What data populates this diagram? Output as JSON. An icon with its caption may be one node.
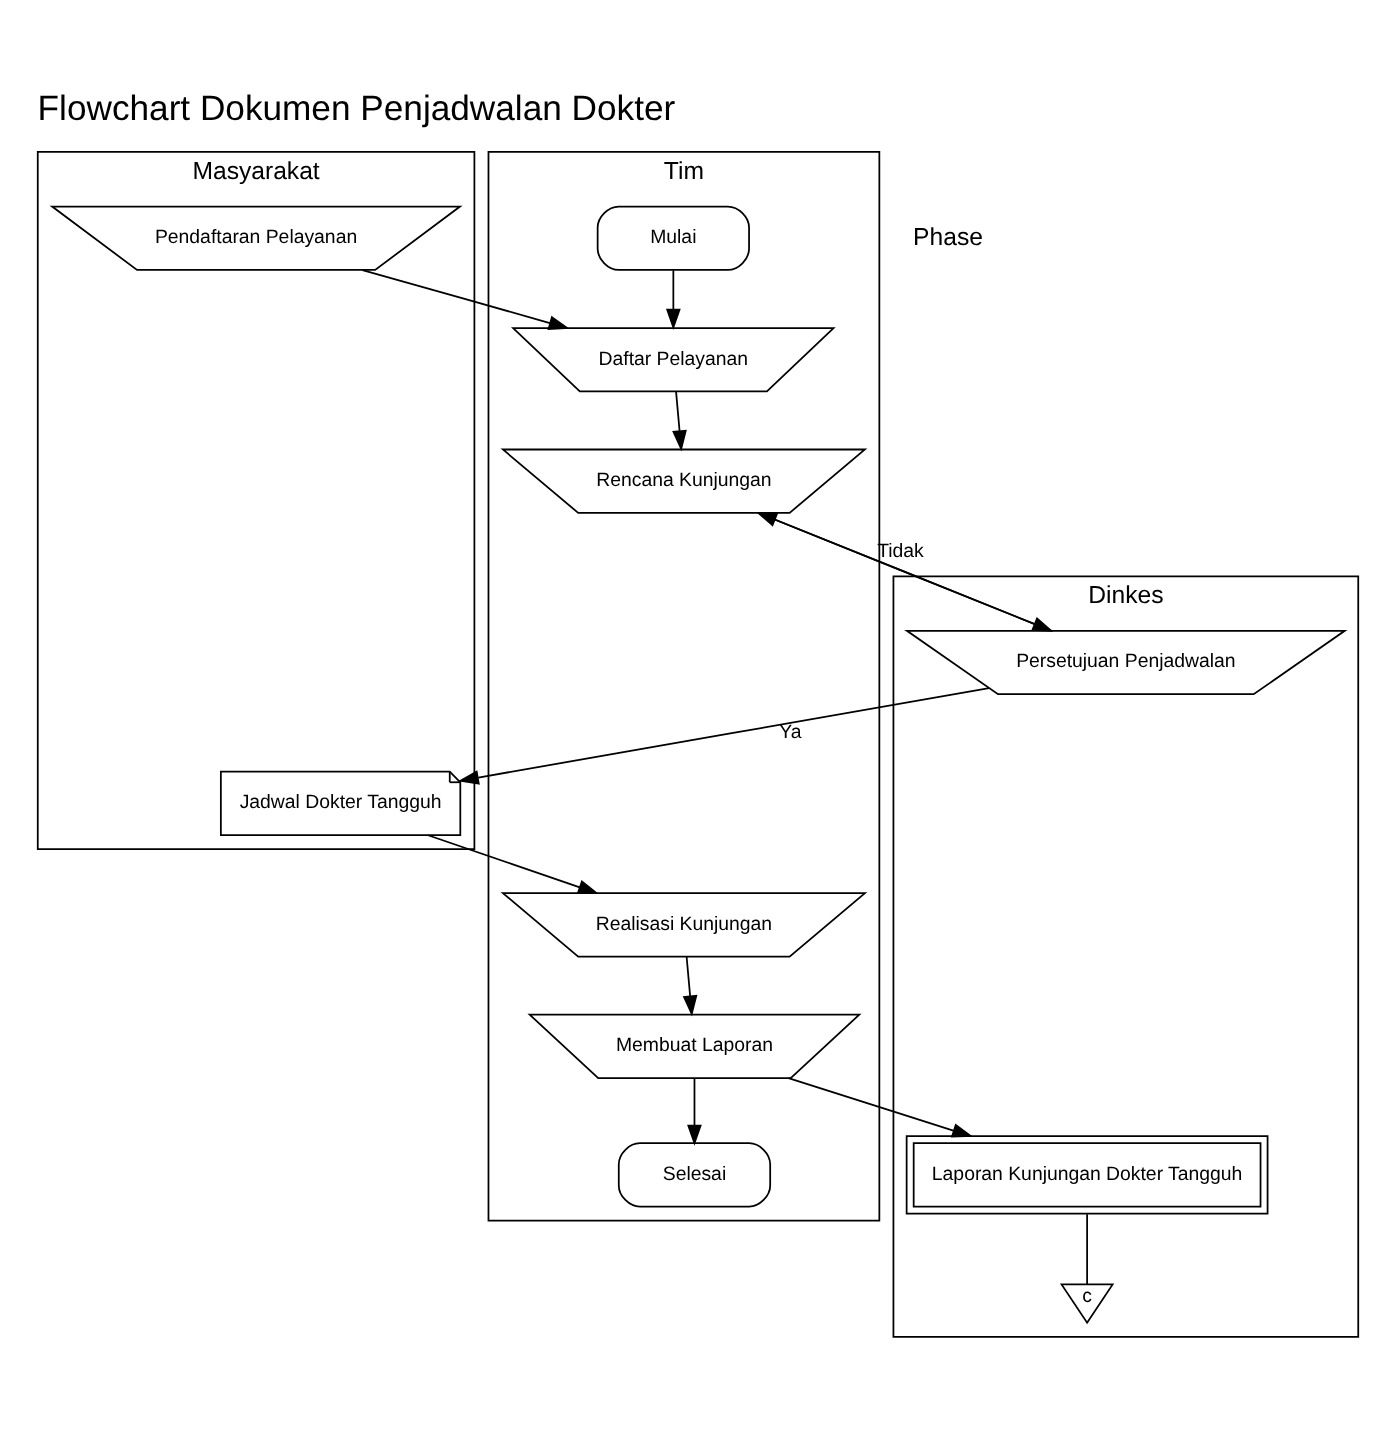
{
  "diagram": {
    "title": "Flowchart Dokumen Penjadwalan Dokter",
    "nodes": [
      {
        "text": [
          "Tim"
        ]
      },
      {
        "text": [
          "Dinkes"
        ]
      },
      {
        "text": [
          "Masyarakat"
        ]
      },
      {
        "text": [
          "Mulai"
        ],
        "in": 0
      },
      {
        "text": [
          "Daftar Pelayanan"
        ],
        "in": 0
      },
      {
        "text": [
          "Rencana Kunjungan"
        ],
        "in": 0
      },
      {
        "text": [
          "Realisasi Kunjungan"
        ],
        "in": 0
      },
      {
        "text": [
          "Membuat Laporan"
        ],
        "in": 0
      },
      {
        "text": [
          "Selesai"
        ],
        "in": 0
      },
      {
        "text": [
          "Persetujuan Penjadwalan"
        ],
        "in": 1
      },
      {
        "text": [
          "Laporan Kunjungan Dokter Tangguh"
        ],
        "in": 1
      },
      {
        "text": [
          "c"
        ],
        "in": 1
      },
      {
        "text": [
          "Pendaftaran Pelayanan"
        ],
        "in": 2
      },
      {
        "text": [
          "Jadwal Dokter Tangguh"
        ],
        "in": 2
      }
    ],
    "edges": [
      {
        "from": 3,
        "to": 4,
        "arrow": "to"
      },
      {
        "from": 12,
        "to": 4,
        "arrow": "to"
      },
      {
        "from": 4,
        "to": 5,
        "arrow": "to"
      },
      {
        "from": 5,
        "to": 9,
        "arrow": "to"
      },
      {
        "from": 9,
        "to": 5,
        "label": "Tidak",
        "arrow": "to"
      },
      {
        "from": 9,
        "to": 13,
        "label": "Ya",
        "arrow": "to"
      },
      {
        "from": 13,
        "to": 6,
        "arrow": "to"
      },
      {
        "from": 6,
        "to": 7,
        "arrow": "to"
      },
      {
        "from": 7,
        "to": 10,
        "arrow": "to"
      },
      {
        "from": 7,
        "to": 8,
        "arrow": "to"
      },
      {
        "from": 10,
        "to": 11,
        "arrow": "none"
      }
    ],
    "labels": [
      "Phase"
    ]
  }
}
